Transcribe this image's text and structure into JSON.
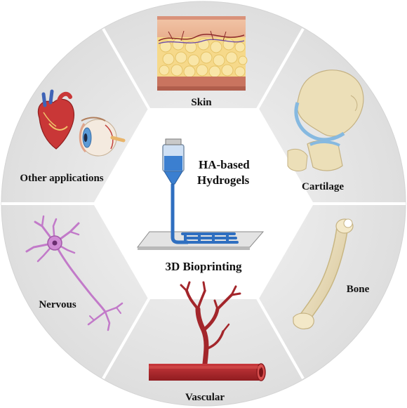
{
  "center": {
    "title_line1": "HA-based",
    "title_line2": "Hydrogels",
    "caption": "3D Bioprinting"
  },
  "segments": {
    "top": "Skin",
    "upper_right": "Cartilage",
    "lower_right": "Bone",
    "bottom": "Vascular",
    "lower_left": "Nervous",
    "upper_left": "Other applications"
  },
  "colors": {
    "segment_fill": "#e6e6e6",
    "hexagon_fill": "#ffffff",
    "hydrogel_blue": "#3b7fd0",
    "vessel_red": "#b3262b",
    "neuron_purple": "#c07ac8",
    "bone_tan": "#e9dcb8"
  }
}
